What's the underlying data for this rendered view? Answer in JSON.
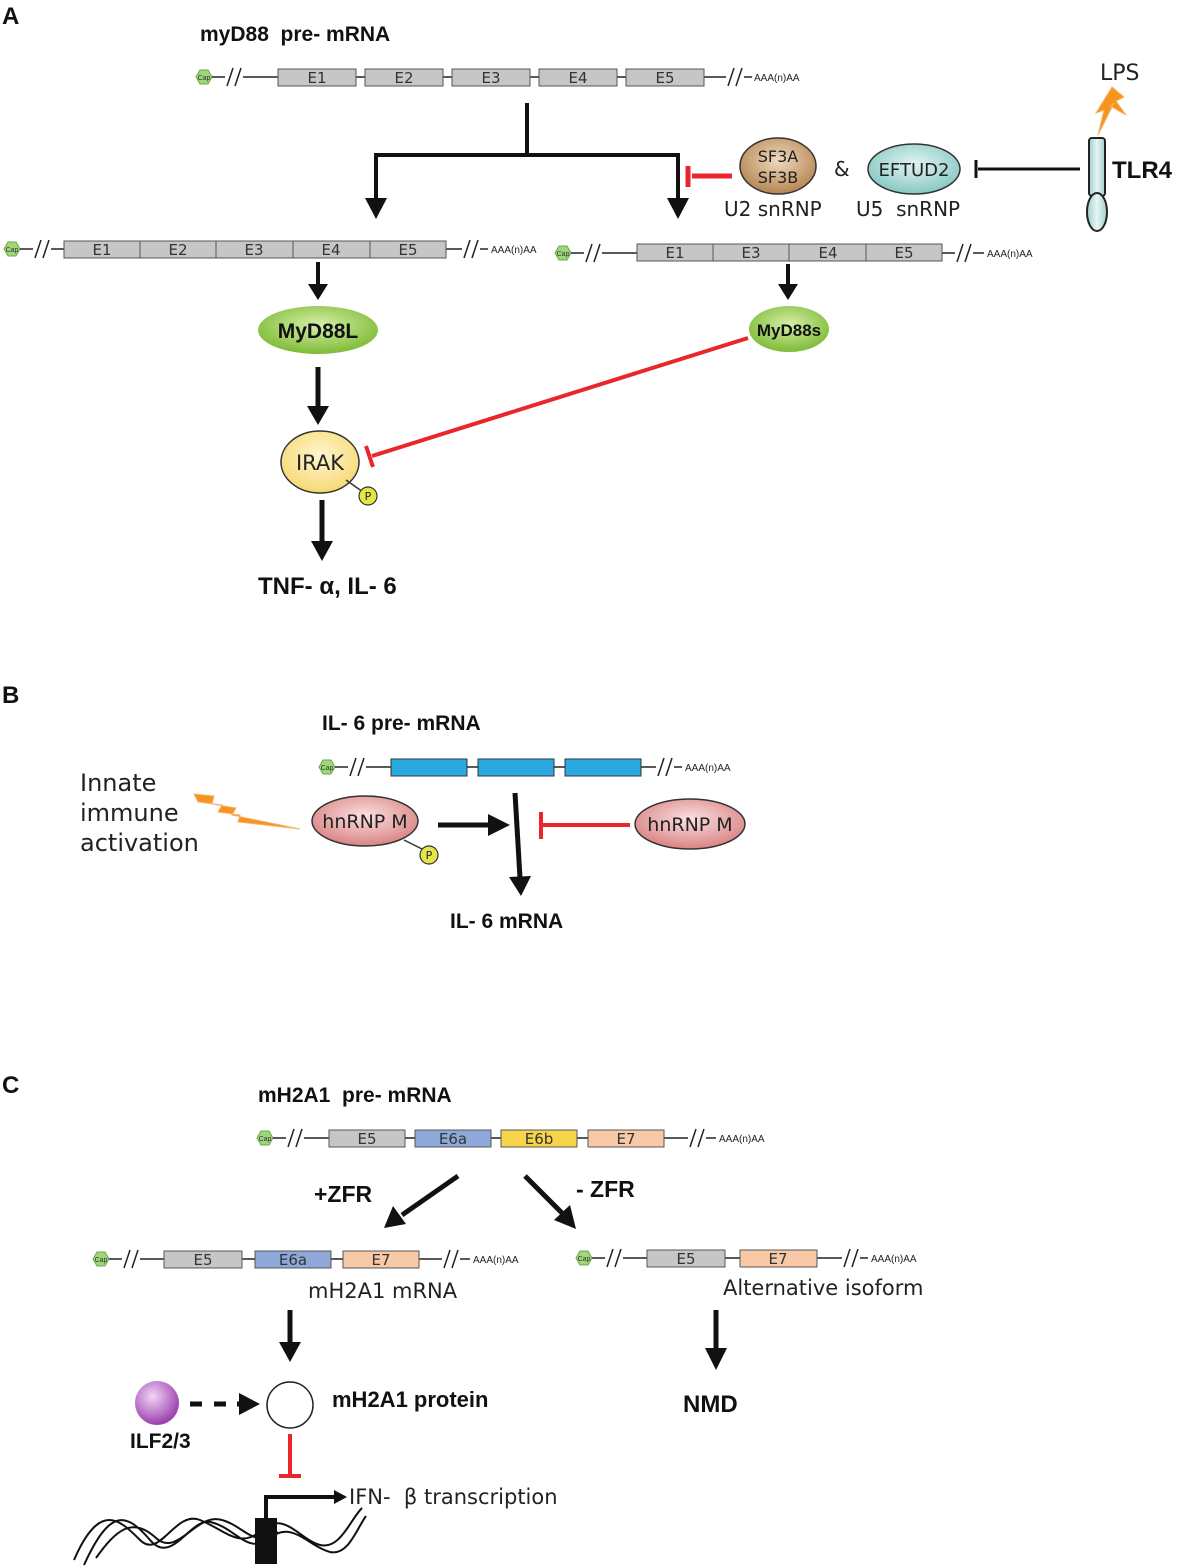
{
  "panels": {
    "A": {
      "letter": "A",
      "title": "myD88  pre- mRNA",
      "pre_exons": [
        "E1",
        "E2",
        "E3",
        "E4",
        "E5"
      ],
      "long_exons": [
        "E1",
        "E2",
        "E3",
        "E4",
        "E5"
      ],
      "short_exons": [
        "E1",
        "E3",
        "E4",
        "E5"
      ],
      "sf3a": "SF3A",
      "sf3b": "SF3B",
      "amp": "&",
      "eftud2": "EFTUD2",
      "u2": "U2 snRNP",
      "u5": "U5  snRNP",
      "lps": "LPS",
      "tlr4": "TLR4",
      "myd88l": "MyD88L",
      "myd88s": "MyD88s",
      "irak": "IRAK",
      "phospho": "P",
      "output": "TNF- α, IL- 6"
    },
    "B": {
      "letter": "B",
      "title": "IL- 6 pre- mRNA",
      "innate": [
        "Innate",
        "immune",
        "activation"
      ],
      "hnrnp_left": "hnRNP M",
      "hnrnp_right": "hnRNP M",
      "phospho": "P",
      "output": "IL- 6 mRNA"
    },
    "C": {
      "letter": "C",
      "title": "mH2A1  pre- mRNA",
      "pre_exons": [
        "E5",
        "E6a",
        "E6b",
        "E7"
      ],
      "plus_zfr": "+ZFR",
      "minus_zfr": "- ZFR",
      "left_exons": [
        "E5",
        "E6a",
        "E7"
      ],
      "right_exons": [
        "E5",
        "E7"
      ],
      "left_caption": "mH2A1 mRNA",
      "right_caption": "Alternative isoform",
      "protein": "mH2A1 protein",
      "nmd": "NMD",
      "ilf": "ILF2/3",
      "ifn": "IFN-  β transcription"
    }
  },
  "common": {
    "cap": "Cap",
    "polya": "AAA(n)AA"
  },
  "colors": {
    "exon_gray": "#c6c6c6",
    "exon_blue": "#2aa9e0",
    "e6a": "#8ea9d9",
    "e6b": "#f7d54a",
    "e7": "#f8c9a6",
    "inhibit_red": "#e8262b",
    "myd88_green": "#8cc63f",
    "cap_green": "#9fd67a",
    "sf3_brown": "#c49a6c",
    "eftud2_teal": "#9fd3d0",
    "irak_yellow": "#fde68a",
    "hnrnp_pink": "#e89a9a",
    "ilf_purple": "#b05fc0",
    "lightning_orange": "#f7941d"
  }
}
